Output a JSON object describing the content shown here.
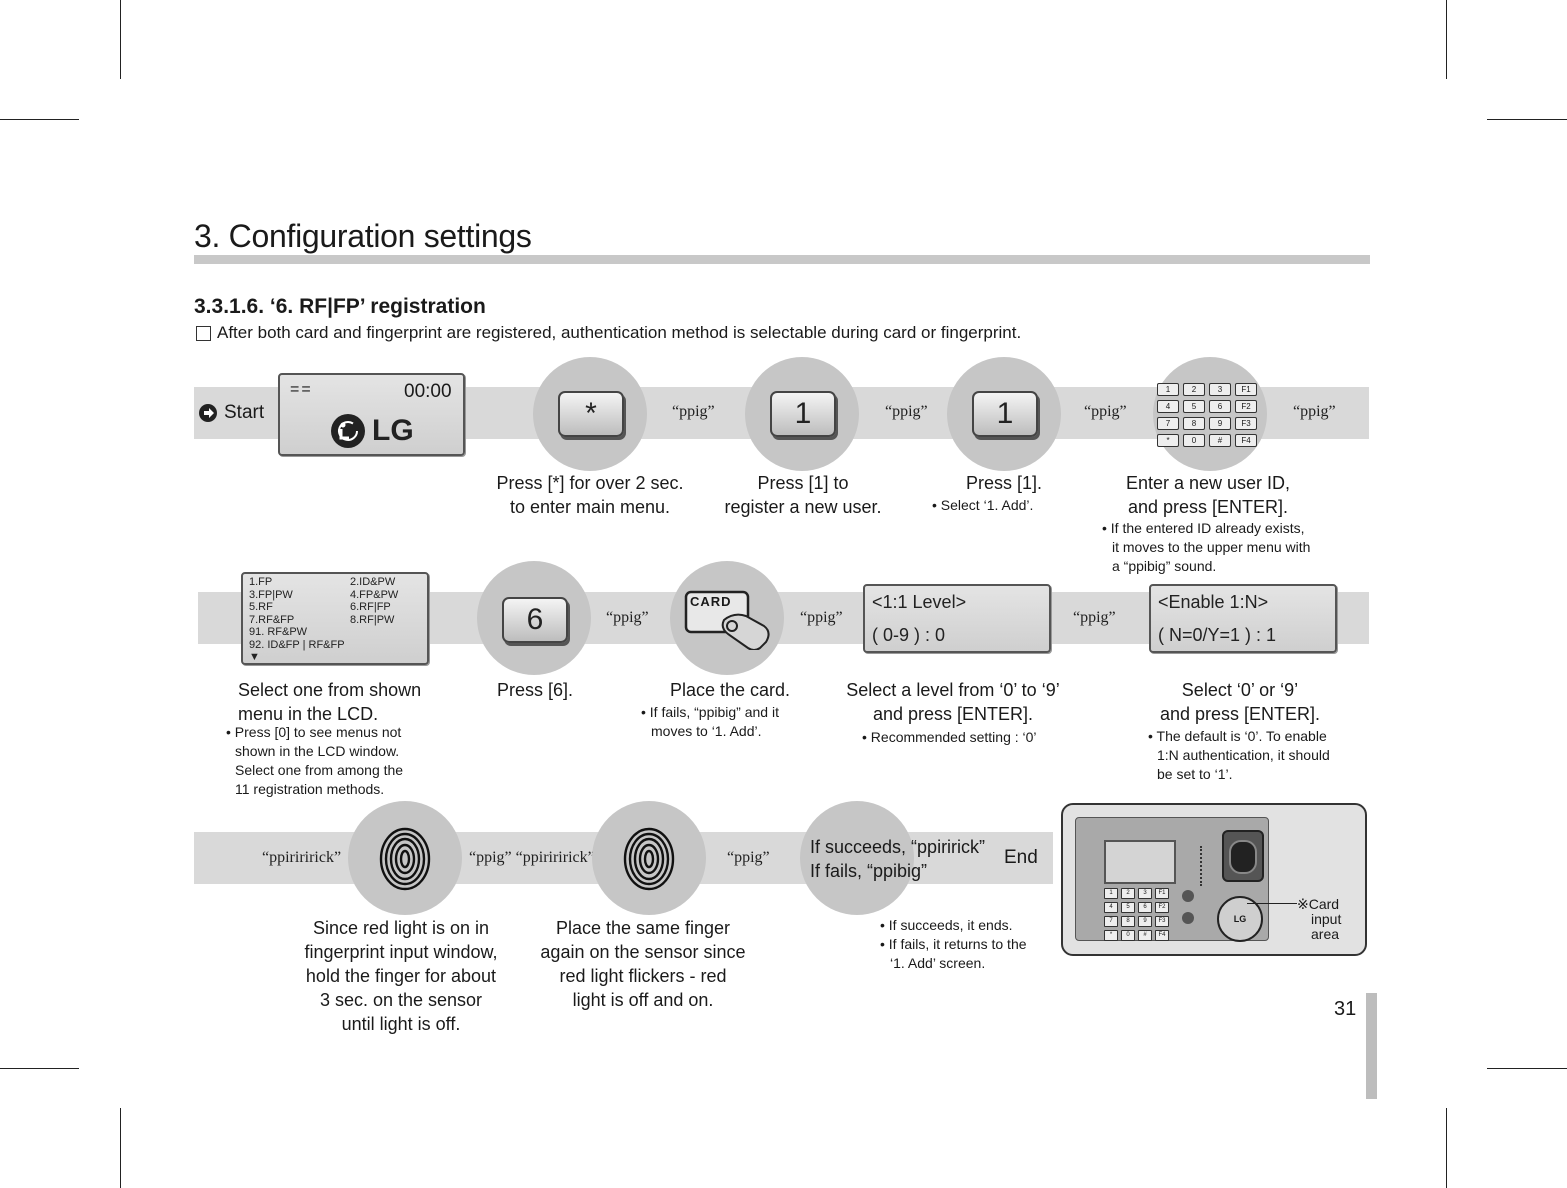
{
  "header": {
    "title": "3. Configuration settings",
    "subtitle": "3.3.1.6. ‘6. RF|FP’ registration",
    "description": "After both card and fingerprint are registered, authentication method is selectable during card or fingerprint."
  },
  "row1": {
    "start_label": "Start",
    "lcd_top_left": "==",
    "lcd_time": "00:00",
    "lcd_logo": "LG",
    "key_star": "*",
    "key_one": "1",
    "sound_1": "“ppig”",
    "sound_2": "“ppig”",
    "sound_3": "“ppig”",
    "sound_4": "“ppig”",
    "keypad_keys": [
      "1",
      "2",
      "3",
      "F1",
      "4",
      "5",
      "6",
      "F2",
      "7",
      "8",
      "9",
      "F3",
      "*",
      "0",
      "#",
      "F4"
    ],
    "cap_star": [
      "Press [*] for over 2 sec.",
      "to enter main menu."
    ],
    "cap_one": [
      "Press [1] to",
      "register a new user."
    ],
    "cap_one_b": "Press [1].",
    "note_one_b": "• Select ‘1. Add’.",
    "cap_keypad": [
      "Enter a new user ID,",
      "and press [ENTER]."
    ],
    "note_keypad": [
      "• If the entered ID already exists,",
      "it moves to the upper menu with",
      "a “ppibig” sound."
    ]
  },
  "row2": {
    "menu_left": [
      "1.FP",
      "3.FP|PW",
      "5.RF",
      "7.RF&FP"
    ],
    "menu_right": [
      "2.ID&PW",
      "4.FP&PW",
      "6.RF|FP",
      "8.RF|PW"
    ],
    "menu_extra": [
      "91. RF&PW",
      "92. ID&FP | RF&FP"
    ],
    "menu_arrow": "▼",
    "key_six": "6",
    "card_label": "CARD",
    "sound_1": "“ppig”",
    "sound_2": "“ppig”",
    "sound_3": "“ppig”",
    "level_lcd": [
      "<1:1 Level>",
      "( 0-9 ) : 0"
    ],
    "enable_lcd": [
      "<Enable 1:N>",
      "( N=0/Y=1 ) : 1"
    ],
    "cap_menu": [
      "Select one from shown",
      "menu in the LCD."
    ],
    "note_menu": [
      "• Press [0] to see menus not",
      "shown in the LCD window.",
      "Select one from among the",
      "11 registration methods."
    ],
    "cap_six": "Press [6].",
    "cap_card": "Place the card.",
    "note_card": [
      "• If fails, “ppibig” and it",
      "moves to ‘1. Add’."
    ],
    "cap_level": [
      "Select a level from ‘0’ to ‘9’",
      "and press [ENTER]."
    ],
    "note_level": "• Recommended setting : ‘0’",
    "cap_enable": [
      "Select  ‘0’ or ‘9’",
      "and press [ENTER]."
    ],
    "note_enable": [
      "• The default is ‘0’. To enable",
      "1:N authentication, it should",
      "be set to ‘1’."
    ]
  },
  "row3": {
    "sound_1": "“ppiriririck”",
    "sound_2": "“ppig” “ppiriririck”",
    "sound_3": "“ppig”",
    "result_lines": [
      "If succeeds, “ppiririck”",
      "If fails, “ppibig”"
    ],
    "end_label": "End",
    "cap_finger1": [
      "Since red light is on in",
      "fingerprint input window,",
      "hold the finger for about",
      "3 sec. on the sensor",
      "until light is off."
    ],
    "cap_finger2": [
      "Place the same finger",
      "again on the sensor since",
      "red light flickers - red",
      "light is off and on."
    ],
    "note_result": [
      "• If succeeds, it ends.",
      "• If fails, it returns to the",
      "‘1. Add’ screen."
    ],
    "device_callout": [
      "※Card",
      "input",
      "area"
    ],
    "device_logo": "LG"
  },
  "footer": {
    "page_number": "31"
  },
  "colors": {
    "band": "#d9d9d9",
    "circle": "#c6c6c6",
    "rule": "#c8c8c8"
  }
}
